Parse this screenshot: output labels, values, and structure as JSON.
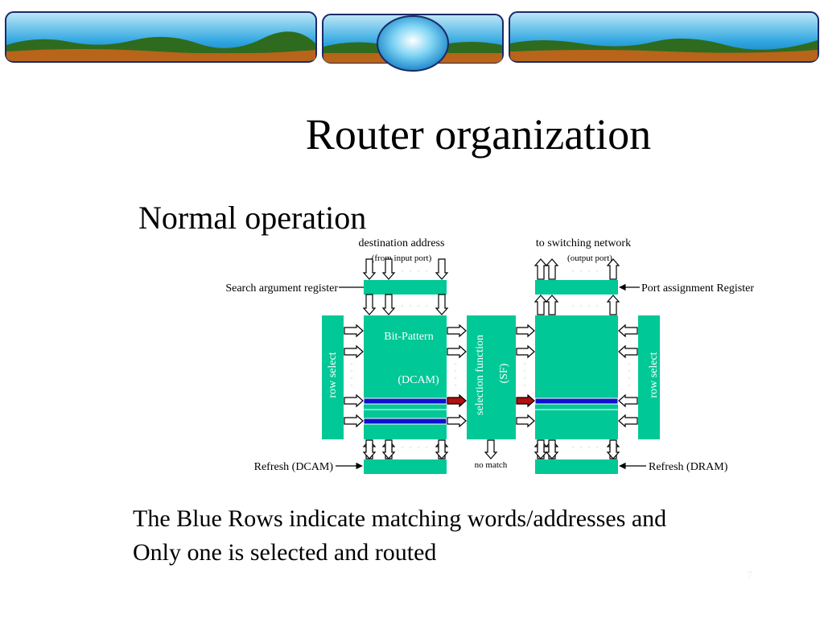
{
  "slide": {
    "title": "Router organization",
    "subtitle": "Normal operation",
    "caption_lines": [
      "The Blue Rows indicate matching words/addresses and",
      "Only one is selected and routed"
    ],
    "slide_number": "7"
  },
  "diagram": {
    "labels": {
      "destination_address": "destination address",
      "from_input_port": "(from input port)",
      "to_switching_network": "to switching network",
      "output_port": "(output port)",
      "search_argument_register": "Search argument register",
      "port_assignment_register": "Port assignment Register",
      "bit_pattern": "Bit-Pattern",
      "dcam": "(DCAM)",
      "selection_function": "selection function",
      "sf": "(SF)",
      "row_select_left": "row  select",
      "row_select_right": "row  select",
      "refresh_dcam": "Refresh (DCAM)",
      "refresh_dram": "Refresh (DRAM)",
      "no_match": "no match"
    },
    "colors": {
      "block": "#00c896",
      "match_row": "#1010d0",
      "selected_arrow": "#b01010"
    }
  }
}
